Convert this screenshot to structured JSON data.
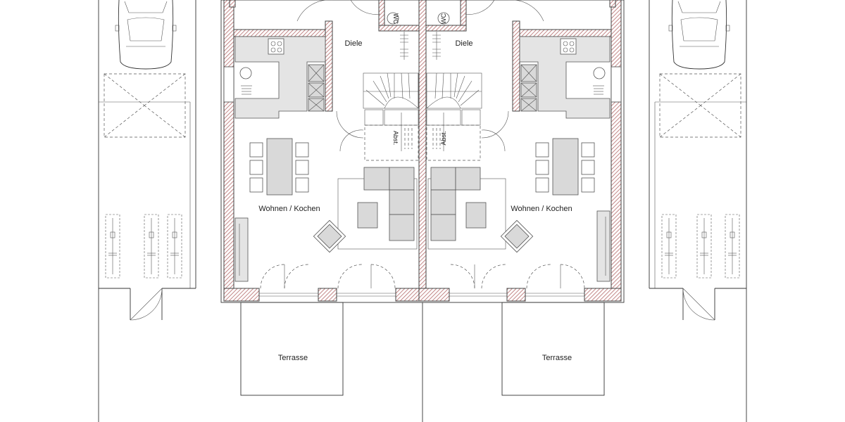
{
  "labels": {
    "diele": "Diele",
    "wc": "WC",
    "wohnen_kochen": "Wohnen / Kochen",
    "terrasse": "Terrasse",
    "abst": "Abst."
  },
  "colors": {
    "wall_hatch": "#b46a6a",
    "line": "#333333",
    "furniture_fill": "#d9d9d9"
  }
}
